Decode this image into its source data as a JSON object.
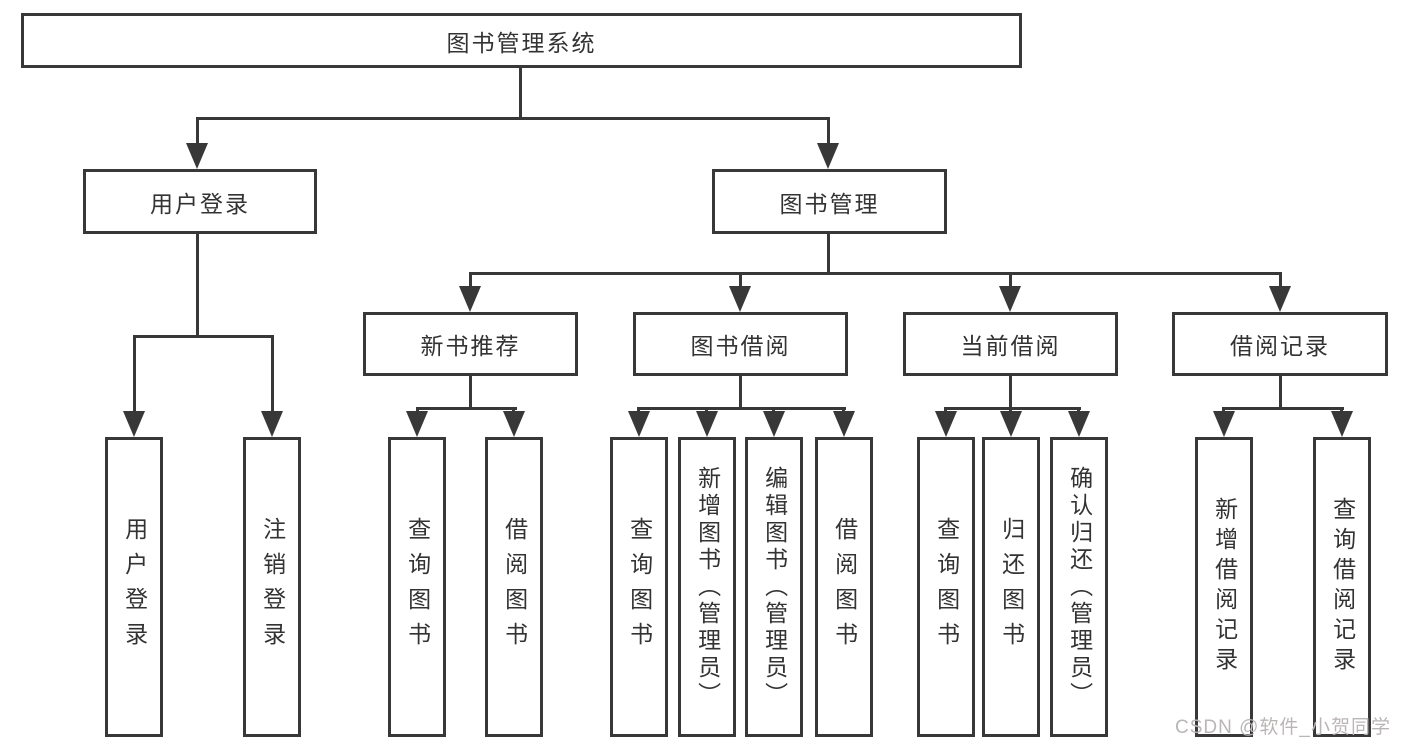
{
  "tree": {
    "root": {
      "label": "图书管理系统"
    },
    "branches": [
      {
        "label": "用户登录",
        "children": [
          {
            "label": "用户登录"
          },
          {
            "label": "注销登录"
          }
        ]
      },
      {
        "label": "图书管理",
        "children": [
          {
            "label": "新书推荐",
            "children": [
              {
                "label": "查询图书"
              },
              {
                "label": "借阅图书"
              }
            ]
          },
          {
            "label": "图书借阅",
            "children": [
              {
                "label": "查询图书"
              },
              {
                "label": "新增图书（管理员）"
              },
              {
                "label": "编辑图书（管理员）"
              },
              {
                "label": "借阅图书"
              }
            ]
          },
          {
            "label": "当前借阅",
            "children": [
              {
                "label": "查询图书"
              },
              {
                "label": "归还图书"
              },
              {
                "label": "确认归还（管理员）"
              }
            ]
          },
          {
            "label": "借阅记录",
            "children": [
              {
                "label": "新增借阅记录"
              },
              {
                "label": "查询借阅记录"
              }
            ]
          }
        ]
      }
    ]
  },
  "watermark": "CSDN @软件_小贺同学",
  "colors": {
    "line": "#383838",
    "text": "#333333",
    "watermark": "#bbb6b6",
    "background": "#ffffff"
  }
}
